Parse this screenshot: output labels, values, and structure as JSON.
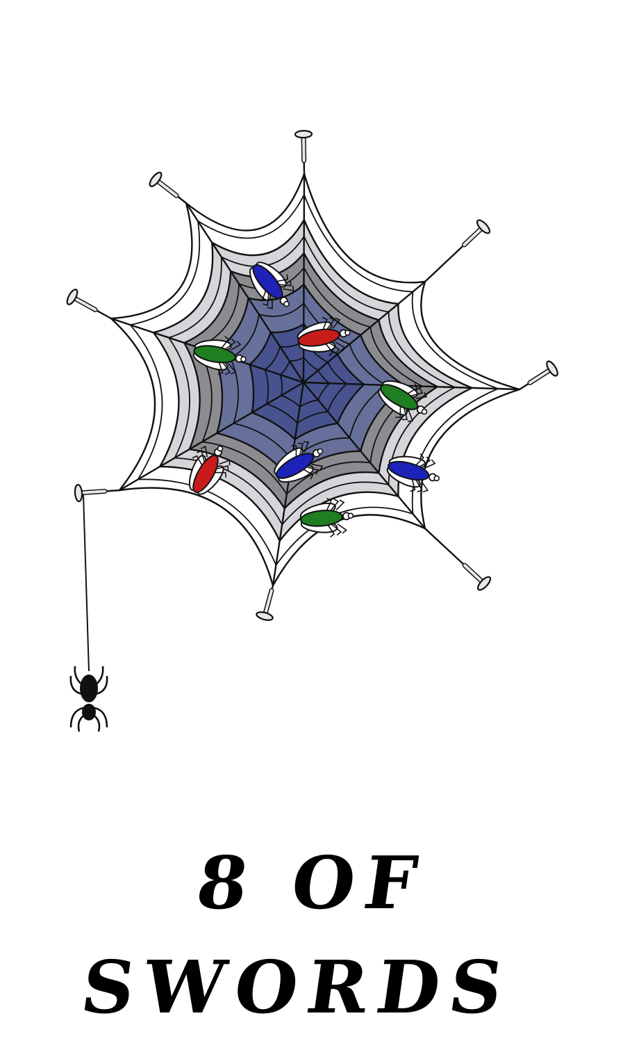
{
  "card": {
    "title": "8 OF SWORDS"
  },
  "illustration": {
    "subject": "spider-web-with-trapped-flies",
    "colors": {
      "outline": "#111111",
      "web_outer": "#ffffff",
      "web_ring_light": "#d6d6da",
      "web_ring_mid": "#8c8c90",
      "web_inner": "#67709a",
      "web_core": "#47528e",
      "fly_blue": "#1d22b8",
      "fly_red": "#c81c1c",
      "fly_green": "#1f7d22",
      "spider": "#111111"
    },
    "flies": [
      {
        "color": "blue"
      },
      {
        "color": "red"
      },
      {
        "color": "green"
      },
      {
        "color": "green"
      },
      {
        "color": "red"
      },
      {
        "color": "blue"
      },
      {
        "color": "blue"
      },
      {
        "color": "green"
      }
    ],
    "nail_count": 8
  }
}
